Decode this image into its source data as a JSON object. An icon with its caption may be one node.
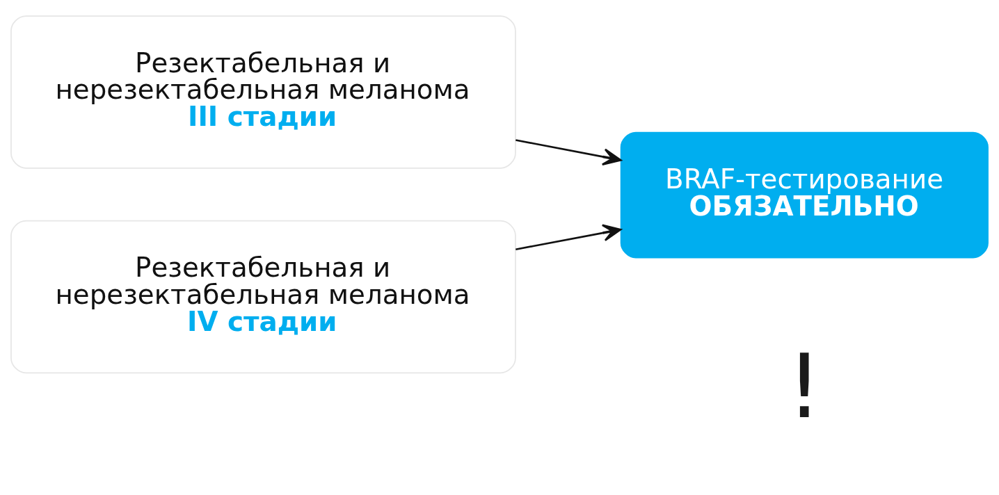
{
  "diagram": {
    "nodes": [
      {
        "text": [
          "Резектабельная и нерезектабельная меланома **III стадии**"
        ]
      },
      {
        "text": [
          "Резектабельная и нерезектабельная меланома **IV стадии**"
        ]
      },
      {
        "text": [
          "BRAF-тестирование",
          "ОБЯЗАТЕЛЬНО"
        ]
      }
    ],
    "edges": [
      {
        "from": 0,
        "to": 2,
        "arrow": "to"
      },
      {
        "from": 1,
        "to": 2,
        "arrow": "to"
      }
    ],
    "labels": [
      "!"
    ]
  }
}
